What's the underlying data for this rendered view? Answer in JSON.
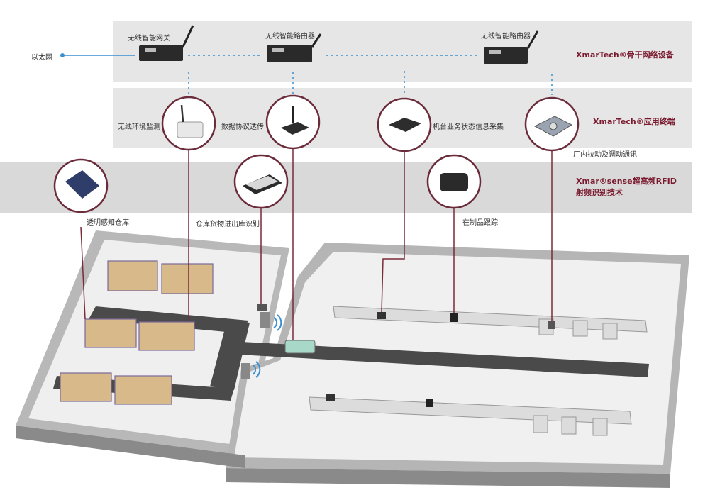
{
  "colors": {
    "band_gray": "#e6e6e6",
    "brand_red": "#7a1a2e",
    "link_blue": "#3a8fd0",
    "circle_border": "#6b2b3a"
  },
  "network_row": {
    "ethernet_label": "以太网",
    "gateway_label": "无线智能网关",
    "router1_label": "无线智能路由器",
    "router2_label": "无线智能路由器",
    "brand_label": "XmarTech®骨干网络设备"
  },
  "terminal_row": {
    "env_monitor_label": "无线环境监测",
    "protocol_label": "数据协议透传",
    "machine_status_label": "机台业务状态信息采集",
    "factory_label": "厂内拉动及调动通讯",
    "brand_label": "XmarTech®应用终端"
  },
  "rfid_row": {
    "warehouse_label": "透明感知仓库",
    "goods_label": "仓库货物进出库识别",
    "wip_label": "在制品跟踪",
    "brand_line1": "Xmar®sense超高频RFID",
    "brand_line2": "射频识别技术"
  }
}
